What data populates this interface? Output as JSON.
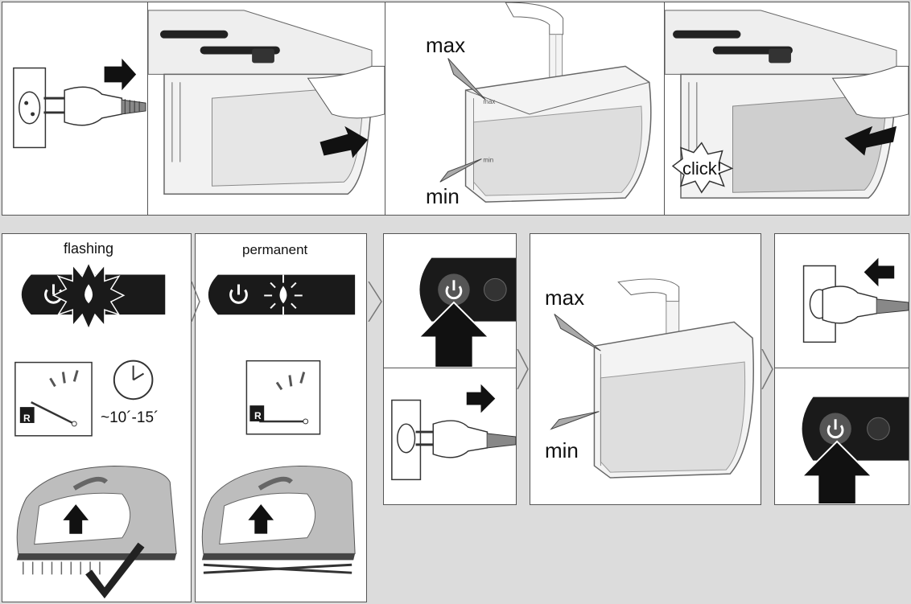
{
  "labels": {
    "max": "max",
    "min": "min",
    "click": "click!",
    "flashing": "flashing",
    "permanent": "permanent",
    "time": "~10´-15´",
    "reset_letter": "R"
  },
  "colors": {
    "background": "#dcdcdc",
    "panel": "#ffffff",
    "outline": "#444444",
    "dark": "#1a1a1a",
    "water": "#d4d4d4"
  },
  "icons": [
    "wall-socket-icon",
    "plug-icon",
    "arrow-icon",
    "water-tank-icon",
    "tap-icon",
    "power-button-icon",
    "water-drop-icon",
    "gauge-icon",
    "clock-icon",
    "iron-icon",
    "check-icon",
    "steam-cross-icon"
  ]
}
